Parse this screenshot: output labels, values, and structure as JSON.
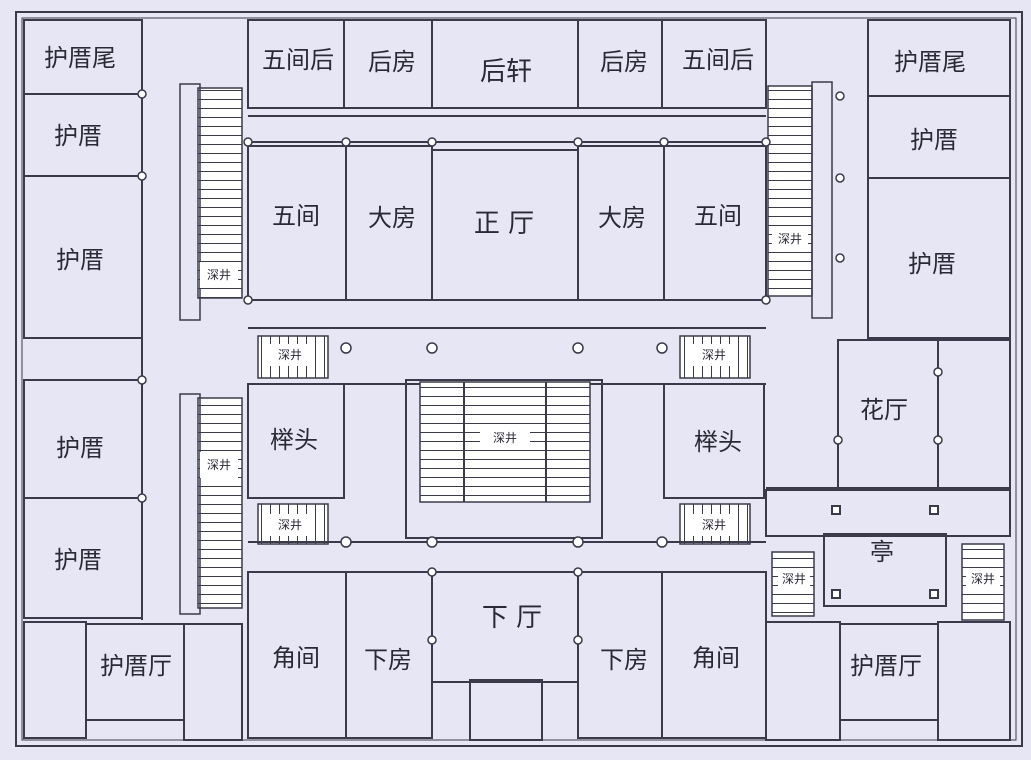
{
  "rooms": {
    "hucuowei_left": "护厝尾",
    "hucuowei_right": "护厝尾",
    "wujianhou_left": "五间后",
    "wujianhou_right": "五间后",
    "houfang_left": "后房",
    "houfang_right": "后房",
    "houxuan": "后轩",
    "hucuo_l1": "护厝",
    "hucuo_l2": "护厝",
    "hucuo_l3": "护厝",
    "hucuo_l4": "护厝",
    "hucuo_r1": "护厝",
    "hucuo_r2": "护厝",
    "wujian_left": "五间",
    "wujian_right": "五间",
    "dafang_left": "大房",
    "dafang_right": "大房",
    "zhengting": "正 厅",
    "jutou_left": "榉头",
    "jutou_right": "榉头",
    "huating": "花厅",
    "ting": "亭",
    "jiaojian_left": "角间",
    "jiaojian_right": "角间",
    "xiafang_left": "下房",
    "xiafang_right": "下房",
    "xiating": "下 厅",
    "hucuoting_left": "护厝厅",
    "hucuoting_right": "护厝厅"
  },
  "wells": {
    "left_upper": "深井",
    "left_lower": "深井",
    "right_upper": "深井",
    "center": "深井",
    "small_tl": "深井",
    "small_tr": "深井",
    "small_bl": "深井",
    "small_br": "深井",
    "pavilion_left": "深井",
    "pavilion_right": "深井"
  },
  "colors": {
    "background": "#e6e6f4",
    "wall": "#3a3a4a",
    "well_fill": "#ffffff"
  }
}
